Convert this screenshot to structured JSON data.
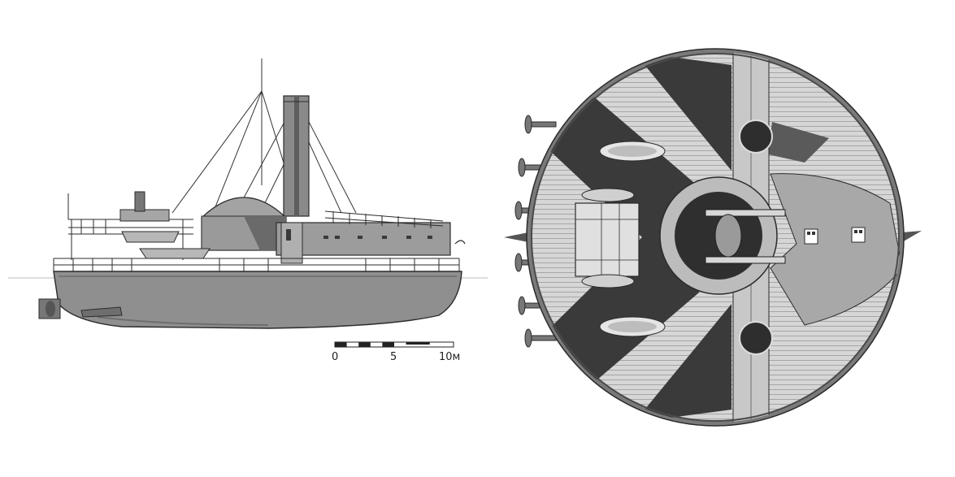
{
  "figure": {
    "colors": {
      "ink": "#2b2b2b",
      "hull": "#8f8f8f",
      "hull_dark": "#6e6e6e",
      "deck_light": "#d9d9d9",
      "deck_mid": "#bdbdbd",
      "shadow": "#3a3a3a"
    },
    "scale_bar": {
      "labels": [
        "0",
        "5",
        "10м"
      ]
    }
  }
}
